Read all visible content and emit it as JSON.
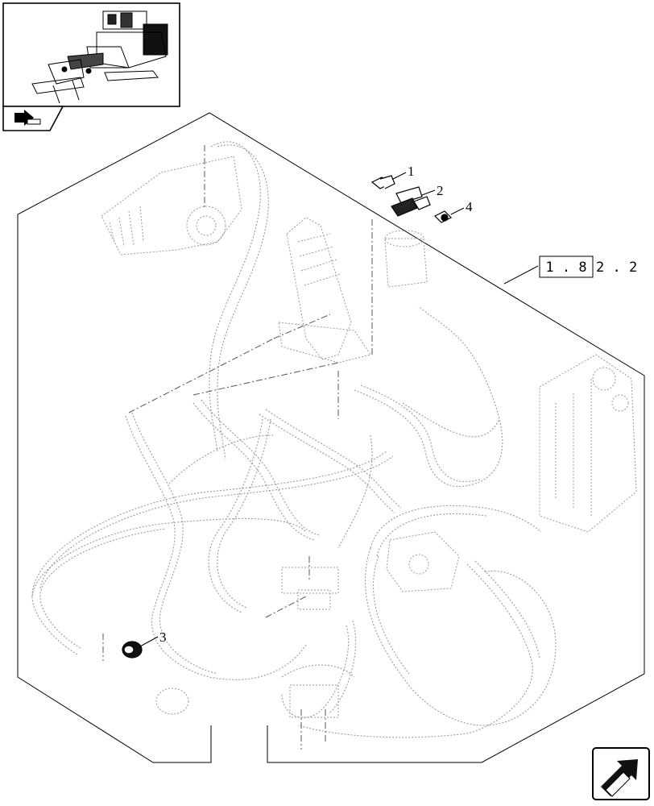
{
  "callouts": [
    {
      "id": "callout-1",
      "label": "1"
    },
    {
      "id": "callout-2",
      "label": "2"
    },
    {
      "id": "callout-3",
      "label": "3"
    },
    {
      "id": "callout-4",
      "label": "4"
    }
  ],
  "reference": {
    "boxed": "1 . 8",
    "rest": "2 . 2"
  },
  "icons": {
    "thumbnail_arrow": "back-arrow-icon",
    "nav_button": "navigate-back-icon"
  },
  "colors": {
    "line": "#000000",
    "hidden_line": "#9a9a9a"
  }
}
